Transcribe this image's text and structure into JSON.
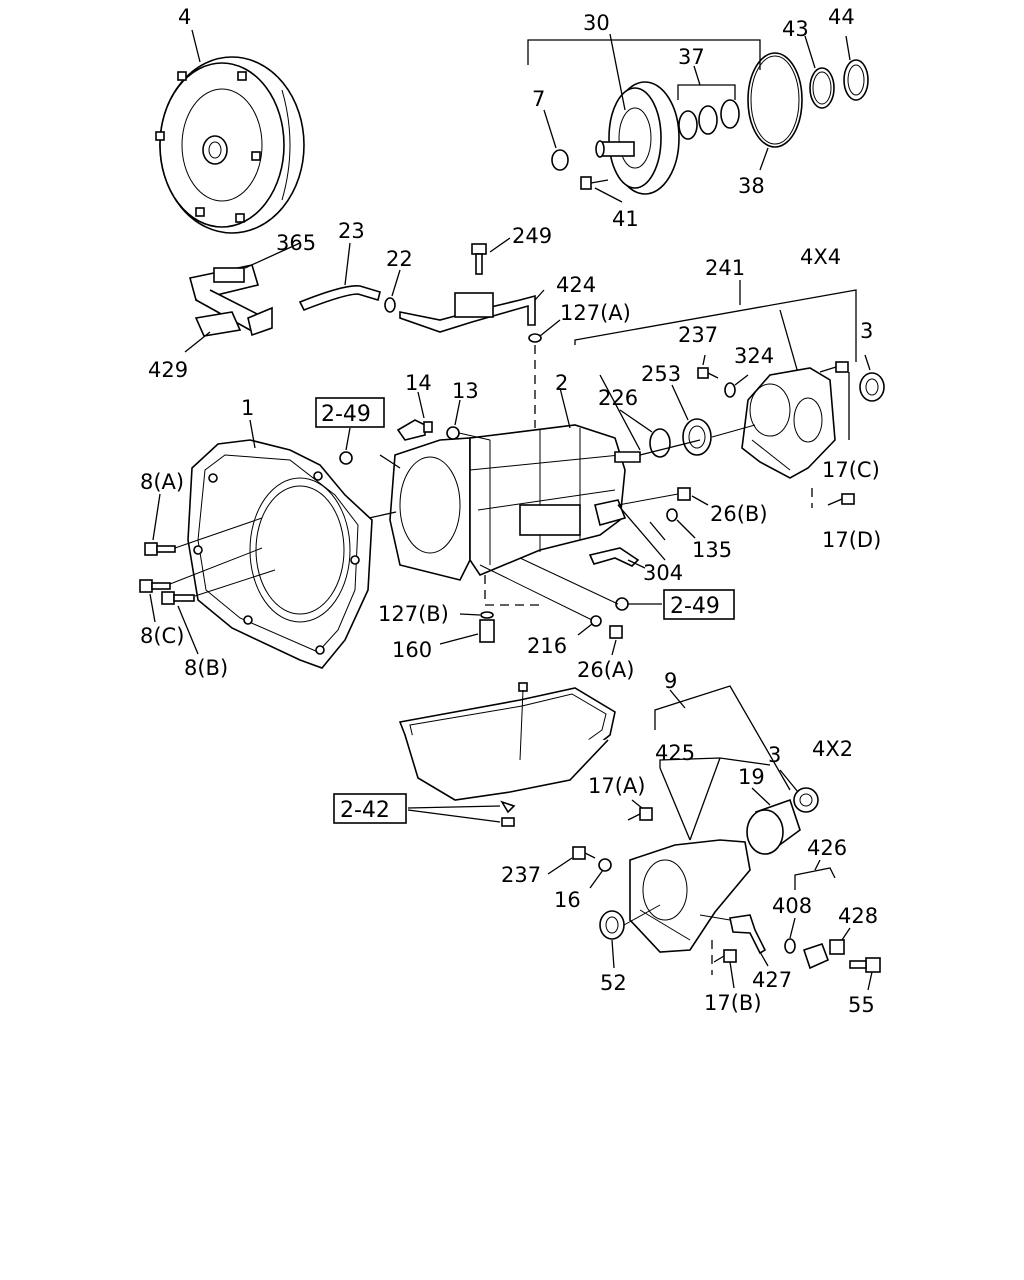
{
  "callouts": {
    "c4": "4",
    "c30": "30",
    "c43": "43",
    "c44": "44",
    "c37": "37",
    "c7": "7",
    "c38": "38",
    "c41": "41",
    "c365": "365",
    "c23": "23",
    "c249": "249",
    "c22": "22",
    "c424": "424",
    "c241": "241",
    "c127a": "127(A)",
    "c429": "429",
    "c237a": "237",
    "c324": "324",
    "c3a": "3",
    "c253": "253",
    "c14": "14",
    "c2": "2",
    "c13": "13",
    "c226": "226",
    "c1": "1",
    "c17c": "17(C)",
    "c8a": "8(A)",
    "c26b": "26(B)",
    "c135": "135",
    "c17d": "17(D)",
    "c304": "304",
    "c127b": "127(B)",
    "c8c": "8(C)",
    "c160": "160",
    "c216": "216",
    "c8b": "8(B)",
    "c26a": "26(A)",
    "c9": "9",
    "c425": "425",
    "c3b": "3",
    "c19": "19",
    "c17a": "17(A)",
    "c426": "426",
    "c237b": "237",
    "c16": "16",
    "c408": "408",
    "c428": "428",
    "c52": "52",
    "c427": "427",
    "c17b": "17(B)",
    "c55": "55"
  },
  "variants": {
    "four_wheel": "4X4",
    "two_wheel": "4X2"
  },
  "references": {
    "ref_249_top": "2-49",
    "ref_249_right": "2-49",
    "ref_242": "2-42"
  }
}
